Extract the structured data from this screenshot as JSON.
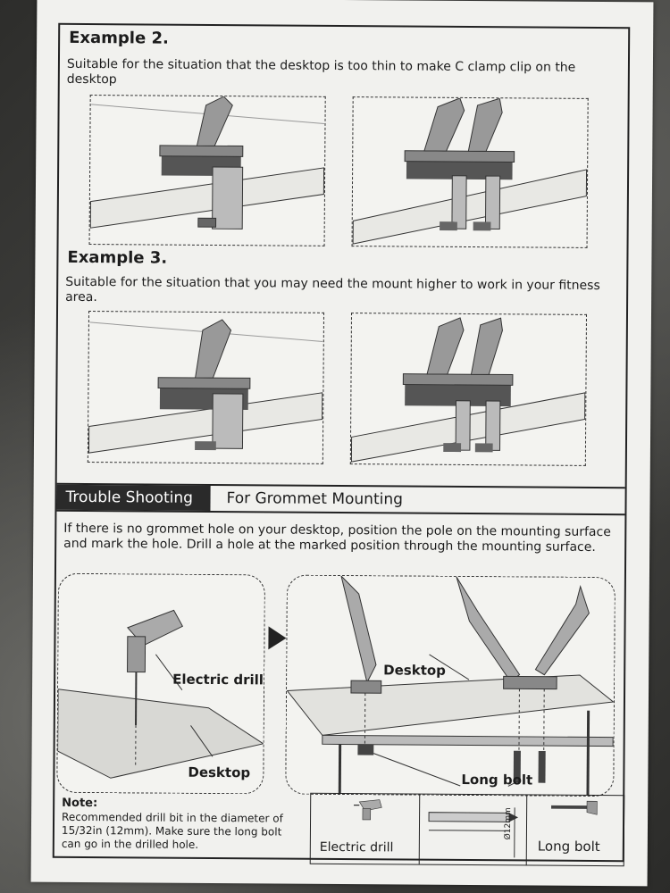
{
  "example2": {
    "title": "Example 2.",
    "text": "Suitable for the situation that the desktop is too thin to make C clamp clip on the desktop"
  },
  "example3": {
    "title": "Example 3.",
    "text": "Suitable for the situation that you may need the mount higher to work in your fitness area."
  },
  "trouble": {
    "tag": "Trouble Shooting",
    "title": "For Grommet Mounting",
    "text": "If there is no grommet hole on your desktop, position the pole on the mounting surface and mark the hole. Drill a hole at the marked position through the mounting surface."
  },
  "labels": {
    "electric_drill": "Electric drill",
    "desktop_left": "Desktop",
    "desktop_right": "Desktop",
    "long_bolt": "Long bolt"
  },
  "note": {
    "title": "Note:",
    "text": "Recommended drill bit in the diameter of 15/32in (12mm). Make sure the long bolt can go in the drilled hole."
  },
  "parts": {
    "drill_label": "Electric drill",
    "diameter_label": "Ø12mm",
    "bolt_label": "Long bolt"
  }
}
